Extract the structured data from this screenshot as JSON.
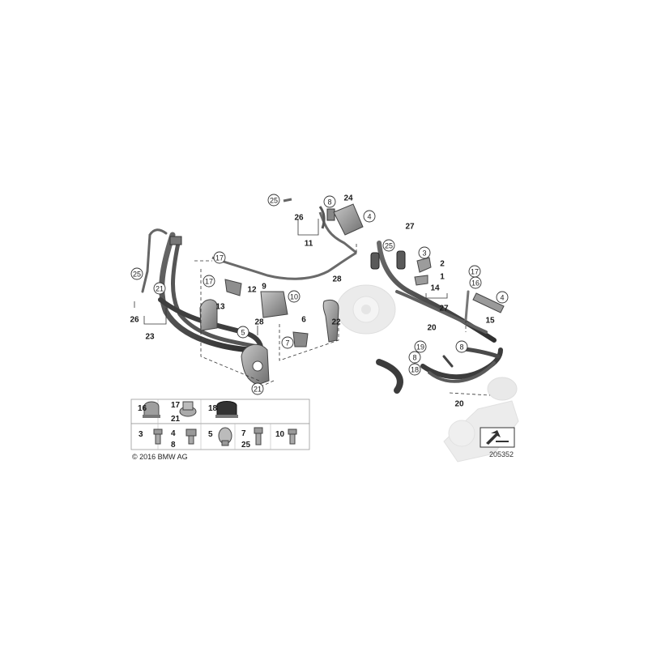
{
  "callouts": [
    {
      "id": "c25a",
      "text": "25",
      "circled": true
    },
    {
      "id": "c8a",
      "text": "8",
      "circled": true
    },
    {
      "id": "c24",
      "text": "24",
      "circled": false
    },
    {
      "id": "c26a",
      "text": "26",
      "circled": false
    },
    {
      "id": "c4a",
      "text": "4",
      "circled": true
    },
    {
      "id": "c11",
      "text": "11",
      "circled": false
    },
    {
      "id": "c27a",
      "text": "27",
      "circled": false
    },
    {
      "id": "c25b",
      "text": "25",
      "circled": true
    },
    {
      "id": "c3a",
      "text": "3",
      "circled": true
    },
    {
      "id": "c2",
      "text": "2",
      "circled": false
    },
    {
      "id": "c1",
      "text": "1",
      "circled": false
    },
    {
      "id": "c14",
      "text": "14",
      "circled": false
    },
    {
      "id": "c27b",
      "text": "27",
      "circled": false
    },
    {
      "id": "c17a",
      "text": "17",
      "circled": true
    },
    {
      "id": "c16",
      "text": "16",
      "circled": true
    },
    {
      "id": "c4b",
      "text": "4",
      "circled": true
    },
    {
      "id": "c15",
      "text": "15",
      "circled": false
    },
    {
      "id": "c25c",
      "text": "25",
      "circled": true
    },
    {
      "id": "c26b",
      "text": "26",
      "circled": false
    },
    {
      "id": "c23",
      "text": "23",
      "circled": false
    },
    {
      "id": "c21a",
      "text": "21",
      "circled": true
    },
    {
      "id": "c17b",
      "text": "17",
      "circled": true
    },
    {
      "id": "c17c",
      "text": "17",
      "circled": true
    },
    {
      "id": "c12",
      "text": "12",
      "circled": false
    },
    {
      "id": "c9",
      "text": "9",
      "circled": false
    },
    {
      "id": "c10",
      "text": "10",
      "circled": true
    },
    {
      "id": "c13",
      "text": "13",
      "circled": false
    },
    {
      "id": "c28a",
      "text": "28",
      "circled": false
    },
    {
      "id": "c28b",
      "text": "28",
      "circled": false
    },
    {
      "id": "c22",
      "text": "22",
      "circled": false
    },
    {
      "id": "c5a",
      "text": "5",
      "circled": true
    },
    {
      "id": "c6",
      "text": "6",
      "circled": false
    },
    {
      "id": "c7a",
      "text": "7",
      "circled": true
    },
    {
      "id": "c21b",
      "text": "21",
      "circled": true
    },
    {
      "id": "c20a",
      "text": "20",
      "circled": false
    },
    {
      "id": "c19",
      "text": "19",
      "circled": true
    },
    {
      "id": "c8b",
      "text": "8",
      "circled": true
    },
    {
      "id": "c8c",
      "text": "8",
      "circled": true
    },
    {
      "id": "c18",
      "text": "18",
      "circled": true
    },
    {
      "id": "c20b",
      "text": "20",
      "circled": false
    }
  ],
  "legend": {
    "row1": [
      "16",
      "17",
      "21",
      "18"
    ],
    "row2": [
      "3",
      "4",
      "8",
      "5",
      "7",
      "25",
      "10"
    ]
  },
  "copyright": "© 2016 BMW AG",
  "image_number": "205352",
  "colors": {
    "line": "#3a3a3a",
    "hose": "#4a4a4a",
    "part": "#9a9a9a",
    "ghost": "#d6d6d6"
  }
}
